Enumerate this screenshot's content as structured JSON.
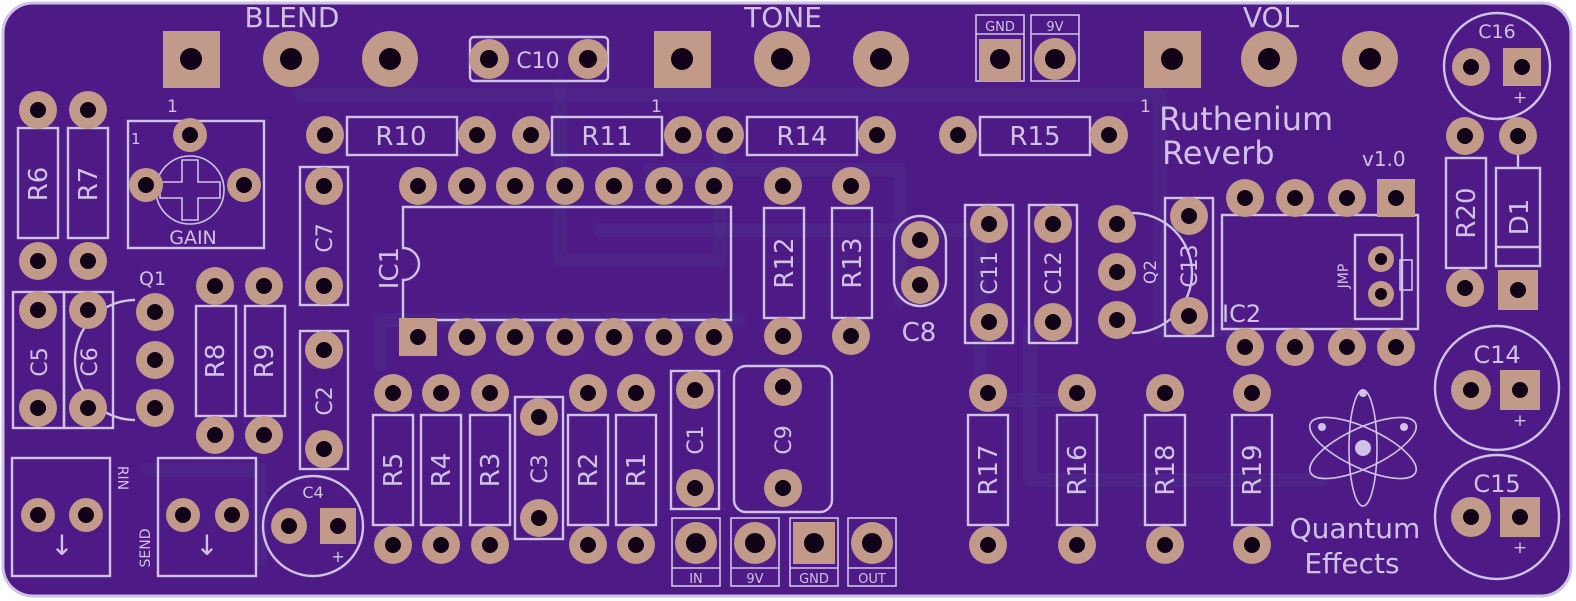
{
  "board": {
    "title_line1": "Ruthenium",
    "title_line2": "Reverb",
    "version": "v1.0",
    "brand_line1": "Quantum",
    "brand_line2": "Effects",
    "colors": {
      "substrate": "#4d1a86",
      "substrate_edge": "#5a2496",
      "silkscreen": "#cfc2e6",
      "pad": "#c19a89",
      "drill": "#130318"
    }
  },
  "pots": [
    {
      "label": "BLEND",
      "pin1": "1"
    },
    {
      "label": "TONE",
      "pin1": "1"
    },
    {
      "label": "VOL",
      "pin1": "1"
    }
  ],
  "power_header_top": [
    "GND",
    "9V"
  ],
  "io_header_bottom": [
    "IN",
    "9V",
    "GND",
    "OUT"
  ],
  "jacks": [
    {
      "label": "RIN",
      "arrow": "↓"
    },
    {
      "label": "SEND",
      "arrow": "↓"
    }
  ],
  "trimmer": {
    "label": "GAIN",
    "pin1": "1"
  },
  "ics": [
    "IC1",
    "IC2"
  ],
  "jumper": "JMP",
  "transistors": [
    "Q1",
    "Q2"
  ],
  "diode": "D1",
  "polarity_mark": "+",
  "resistors": [
    "R1",
    "R2",
    "R3",
    "R4",
    "R5",
    "R6",
    "R7",
    "R8",
    "R9",
    "R10",
    "R11",
    "R12",
    "R13",
    "R14",
    "R15",
    "R16",
    "R17",
    "R18",
    "R19",
    "R20"
  ],
  "capacitors": [
    "C1",
    "C2",
    "C3",
    "C4",
    "C5",
    "C6",
    "C7",
    "C8",
    "C9",
    "C10",
    "C11",
    "C12",
    "C13",
    "C14",
    "C15",
    "C16"
  ]
}
